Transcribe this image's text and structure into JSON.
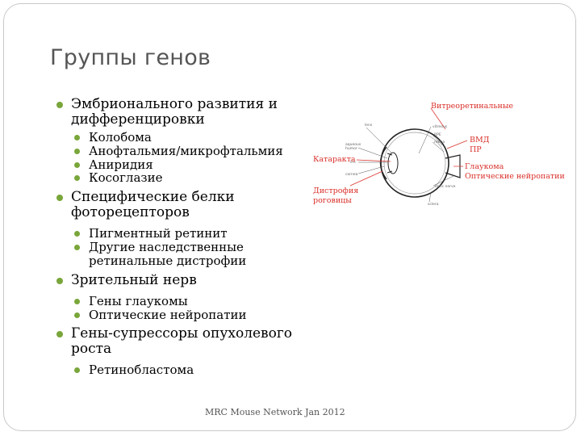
{
  "title": "Группы генов",
  "bullets": {
    "b1": "Эмбрионального развития и дифференцировки",
    "b1_sub": [
      "Колобома",
      "Анофтальмия/микрофтальмия",
      "Аниридия",
      "Косоглазие"
    ],
    "b2": "Специфические белки фоторецепторов",
    "b2_sub": [
      "Пигментный ретинит",
      "Другие наследственные ретинальные дистрофии"
    ],
    "b3": "Зрительный нерв",
    "b3_sub": [
      "Гены глаукомы",
      "Оптические нейропатии"
    ],
    "b4": "Гены-супрессоры опухолевого роста",
    "b4_sub": [
      "Ретинобластома"
    ]
  },
  "diagram": {
    "red_labels": {
      "vitreo": "Витреоретинальные",
      "amd": "ВМД",
      "dr": "ПР",
      "glaucoma": "Глаукома",
      "optic": "Оптические нейропатии",
      "cataract": "Катаракта",
      "dystrophy_1": "Дистрофия",
      "dystrophy_2": "роговицы"
    },
    "small_labels": {
      "lens": "lens",
      "aqueous_1": "aqueous",
      "aqueous_2": "humor",
      "iris": "iris",
      "cornea": "cornea",
      "vitreous": "vitreous",
      "rpe": "RPE",
      "retina": "retina",
      "optic_nerve": "optic nerve",
      "sclera": "sclera"
    },
    "red_color": "#d9302a"
  },
  "footer": "MRC Mouse Network Jan 2012",
  "colors": {
    "bullet": "#79a63a",
    "title": "#555555"
  }
}
